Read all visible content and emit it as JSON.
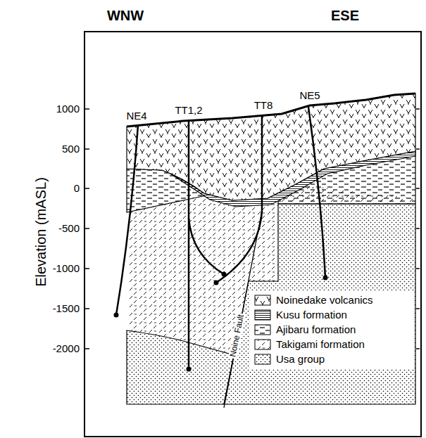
{
  "diagram": {
    "labels": [
      "WNW",
      "ESE",
      "Elevation (mASL)",
      "1000",
      "500",
      "0",
      "-500",
      "-1000",
      "-1500",
      "-2000",
      "NE4",
      "TT1,2",
      "TT8",
      "NE5",
      "Noine Fault"
    ],
    "legend": [
      {
        "text": "Noinedake volcanics"
      },
      {
        "text": "Kusu formation"
      },
      {
        "text": "Ajibaru formation"
      },
      {
        "text": "Takigami formation"
      },
      {
        "text": "Usa group"
      }
    ]
  }
}
